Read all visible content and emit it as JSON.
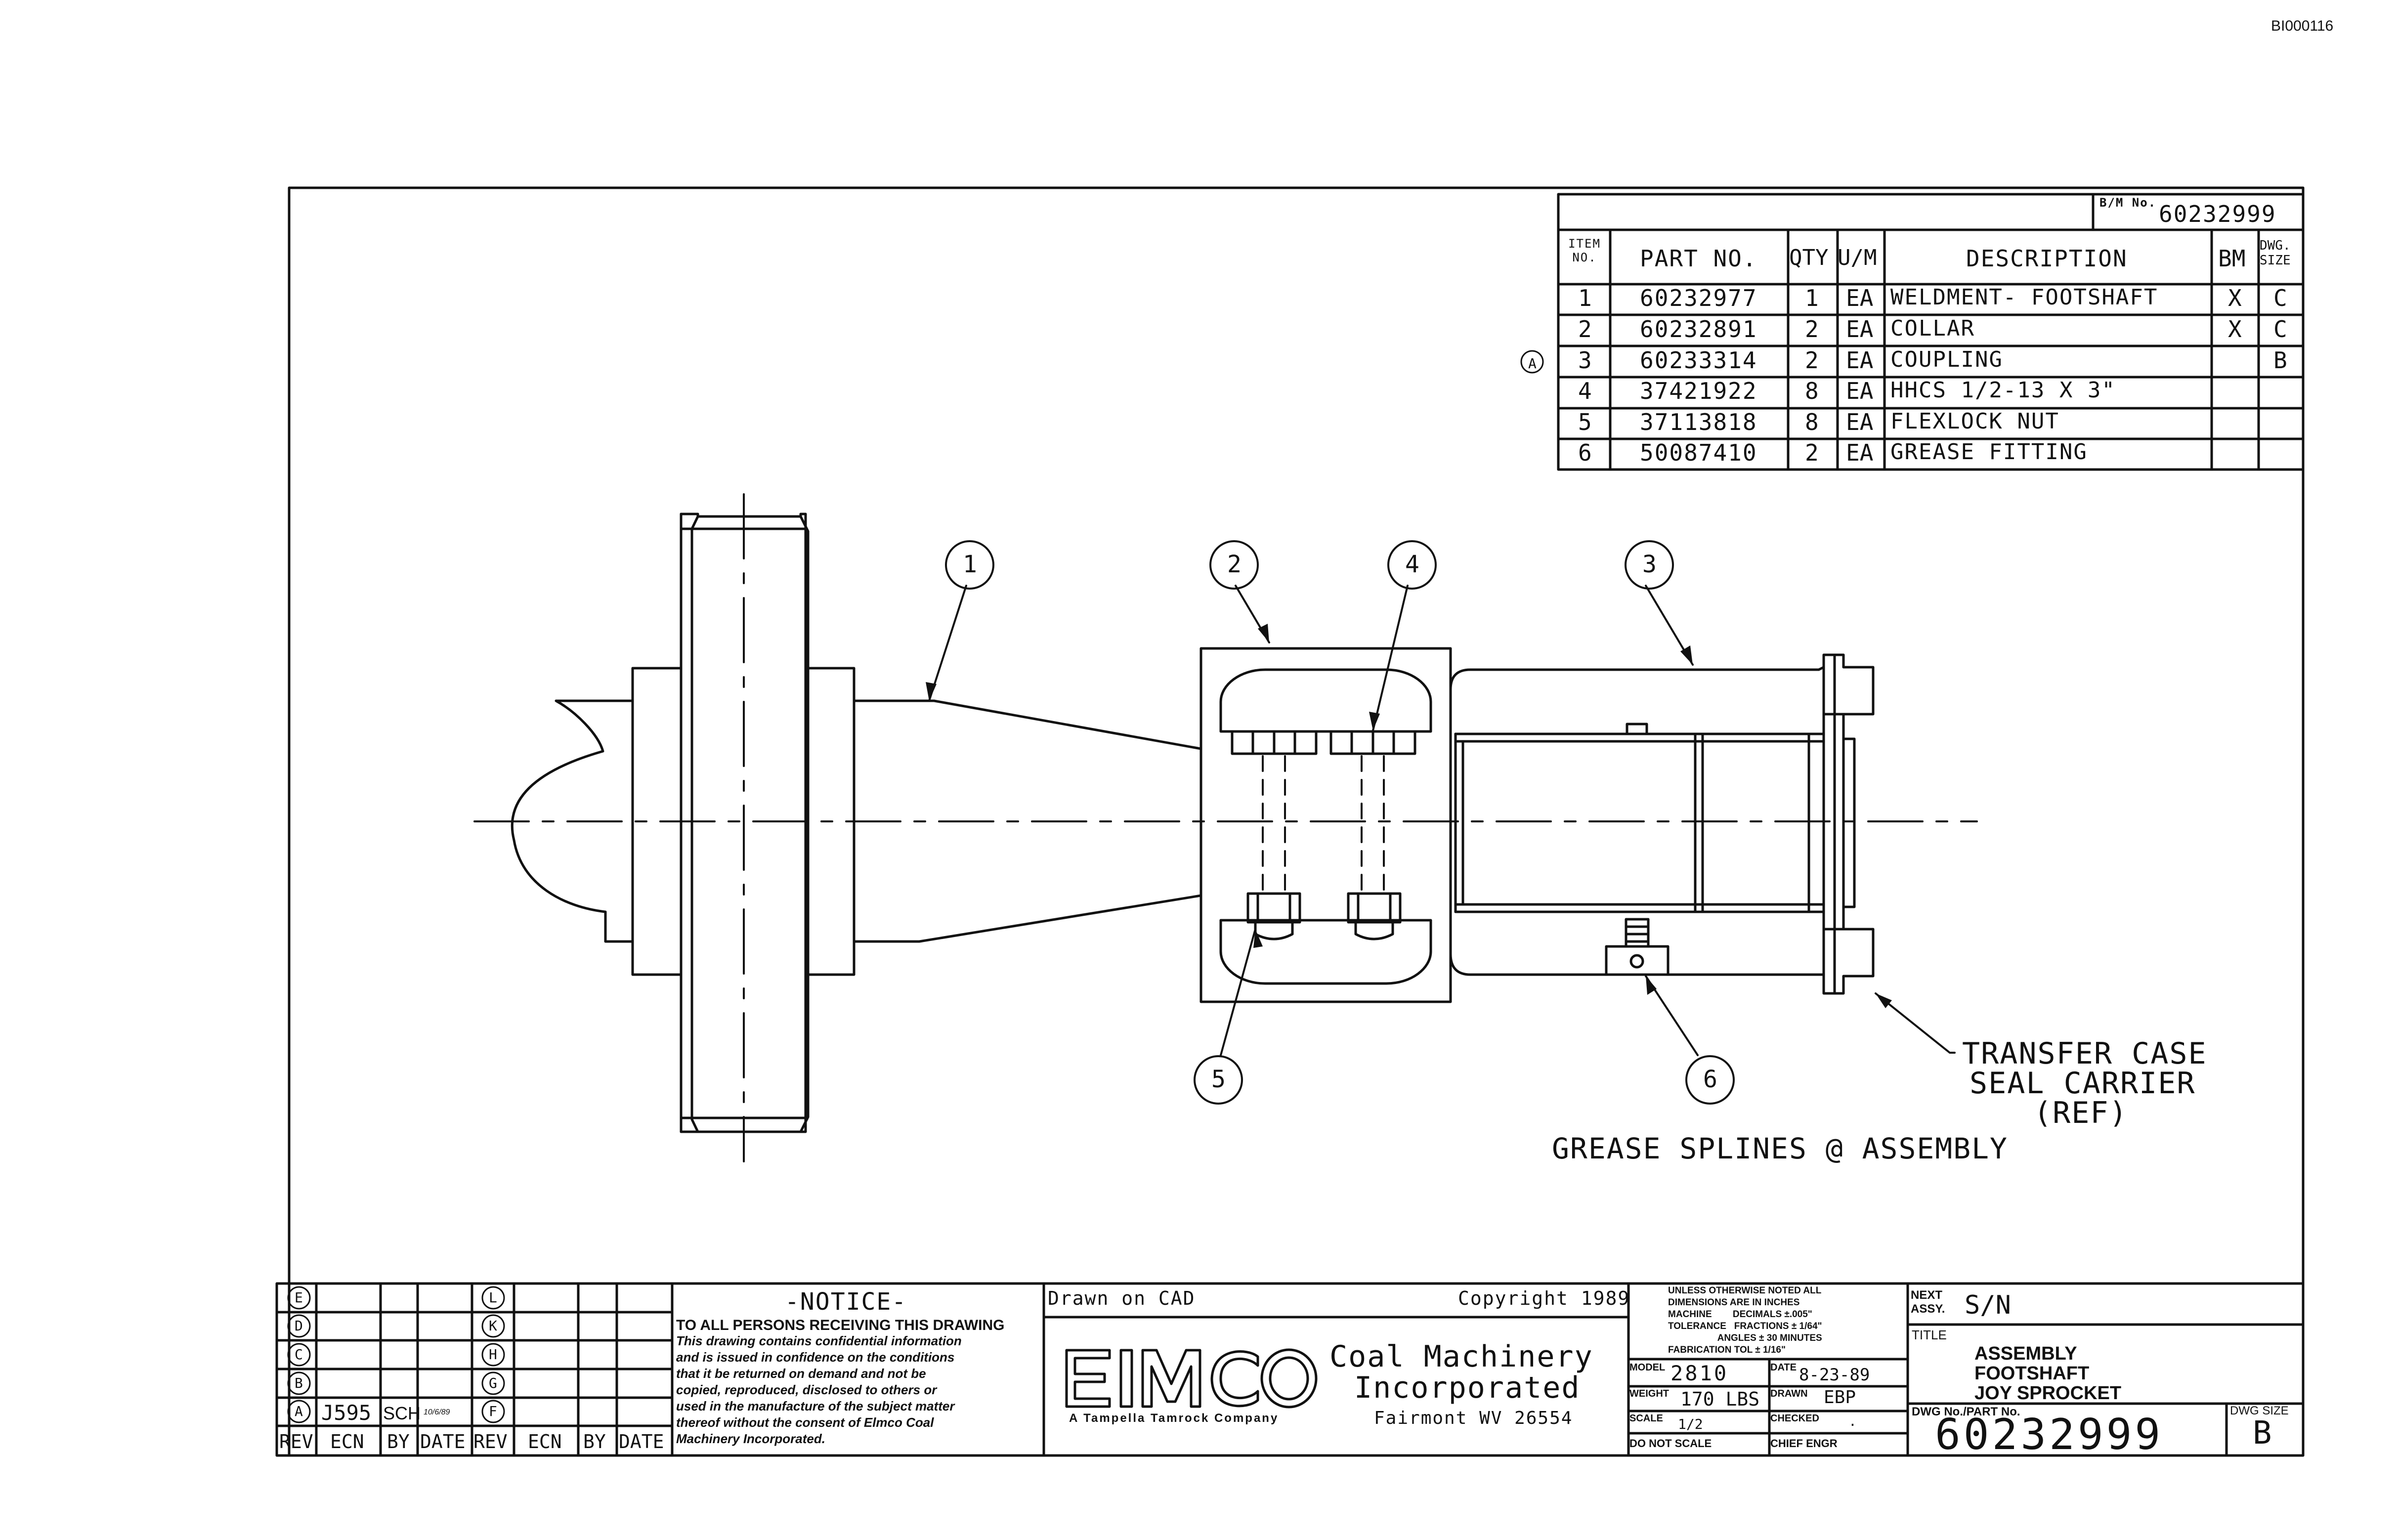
{
  "doc_code": "BI000116",
  "bom": {
    "bm_no_label": "B/M No.",
    "bm_no": "60232999",
    "headers": {
      "item_no": "ITEM\nNO.",
      "part_no": "PART NO.",
      "qty": "QTY",
      "um": "U/M",
      "description": "DESCRIPTION",
      "bm": "BM",
      "dwg_size": "DWG.\nSIZE"
    },
    "rows": [
      {
        "item": "1",
        "part": "60232977",
        "qty": "1",
        "um": "EA",
        "desc": "WELDMENT- FOOTSHAFT",
        "bm": "X",
        "size": "C",
        "rev": ""
      },
      {
        "item": "2",
        "part": "60232891",
        "qty": "2",
        "um": "EA",
        "desc": "COLLAR",
        "bm": "X",
        "size": "C",
        "rev": ""
      },
      {
        "item": "3",
        "part": "60233314",
        "qty": "2",
        "um": "EA",
        "desc": "COUPLING",
        "bm": "",
        "size": "B",
        "rev": "A"
      },
      {
        "item": "4",
        "part": "37421922",
        "qty": "8",
        "um": "EA",
        "desc": "HHCS 1/2-13 X 3\"",
        "bm": "",
        "size": "",
        "rev": ""
      },
      {
        "item": "5",
        "part": "37113818",
        "qty": "8",
        "um": "EA",
        "desc": "FLEXLOCK NUT",
        "bm": "",
        "size": "",
        "rev": ""
      },
      {
        "item": "6",
        "part": "50087410",
        "qty": "2",
        "um": "EA",
        "desc": "GREASE FITTING",
        "bm": "",
        "size": "",
        "rev": ""
      }
    ]
  },
  "drawing": {
    "balloons": [
      "1",
      "2",
      "4",
      "3",
      "5",
      "6"
    ],
    "transfer_note": [
      "TRANSFER CASE",
      "SEAL CARRIER",
      "(REF)"
    ],
    "grease_note": "GREASE SPLINES @ ASSEMBLY"
  },
  "revisions": {
    "letters_left": [
      "E",
      "D",
      "C",
      "B",
      "A"
    ],
    "letters_right": [
      "L",
      "K",
      "H",
      "G",
      "F"
    ],
    "rev_a": {
      "ecn": "J595",
      "by": "SCH",
      "date": "10/6/89"
    },
    "headers": [
      "REV",
      "ECN",
      "BY",
      "DATE"
    ]
  },
  "notice": {
    "title": "-NOTICE-",
    "lines": [
      "TO ALL PERSONS RECEIVING THIS DRAWING",
      "This drawing contains confidential information",
      "and is issued in confidence on the conditions",
      "that it be returned on demand and not be",
      "copied, reproduced, disclosed to others or",
      "used in the manufacture of the subject matter",
      "thereof without the consent of Elmco Coal",
      "Machinery Incorporated."
    ]
  },
  "company": {
    "drawn_on": "Drawn on CAD",
    "copyright": "Copyright 1989",
    "logo": "EIMCO",
    "name_line1": "Coal Machinery",
    "name_line2": "Incorporated",
    "tagline": "A Tampella Tamrock Company",
    "location": "Fairmont WV 26554"
  },
  "tolerance": {
    "lines": [
      "UNLESS OTHERWISE NOTED ALL",
      "DIMENSIONS ARE IN INCHES",
      "MACHINE        DECIMALS ±.005\"",
      "TOLERANCE   FRACTIONS ± 1/64\"",
      "                   ANGLES ± 30 MINUTES",
      "FABRICATION TOL ± 1/16\""
    ],
    "model_label": "MODEL",
    "model": "2810",
    "date_label": "DATE",
    "date": "8-23-89",
    "weight_label": "WEIGHT",
    "weight": "170 LBS",
    "drawn_label": "DRAWN",
    "drawn": "EBP",
    "scale_label": "SCALE",
    "scale": "1/2",
    "checked_label": "CHECKED",
    "checked": ".",
    "do_not_scale": "DO NOT SCALE",
    "chief_label": "CHIEF ENGR"
  },
  "title_block": {
    "next_assy_label": "NEXT\nASSY.",
    "next_assy": "S/N",
    "title_label": "TITLE",
    "title_lines": [
      "ASSEMBLY",
      "FOOTSHAFT",
      "JOY SPROCKET"
    ],
    "dwg_no_label": "DWG No./PART No.",
    "dwg_no": "60232999",
    "dwg_size_label": "DWG SIZE",
    "dwg_size": "B"
  }
}
